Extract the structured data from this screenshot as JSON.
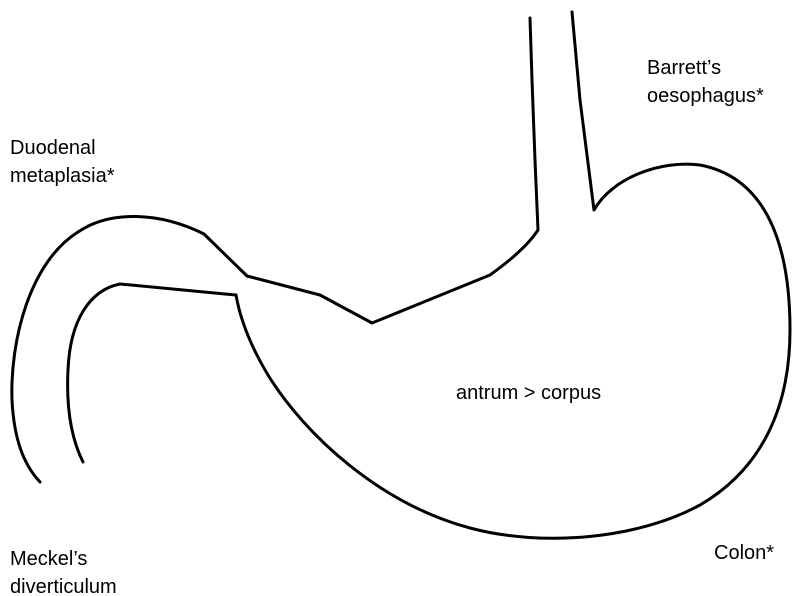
{
  "diagram": {
    "labels": {
      "duodenal": [
        "Duodenal",
        "metaplasia*"
      ],
      "barrett": [
        "Barrett’s",
        "oesophagus*"
      ],
      "antrum": "antrum > corpus",
      "meckel": [
        "Meckel’s",
        "diverticulum"
      ],
      "colon": "Colon*"
    },
    "parts": [
      "oesophagus",
      "stomach",
      "duodenum"
    ],
    "stroke_color": "#000000"
  }
}
